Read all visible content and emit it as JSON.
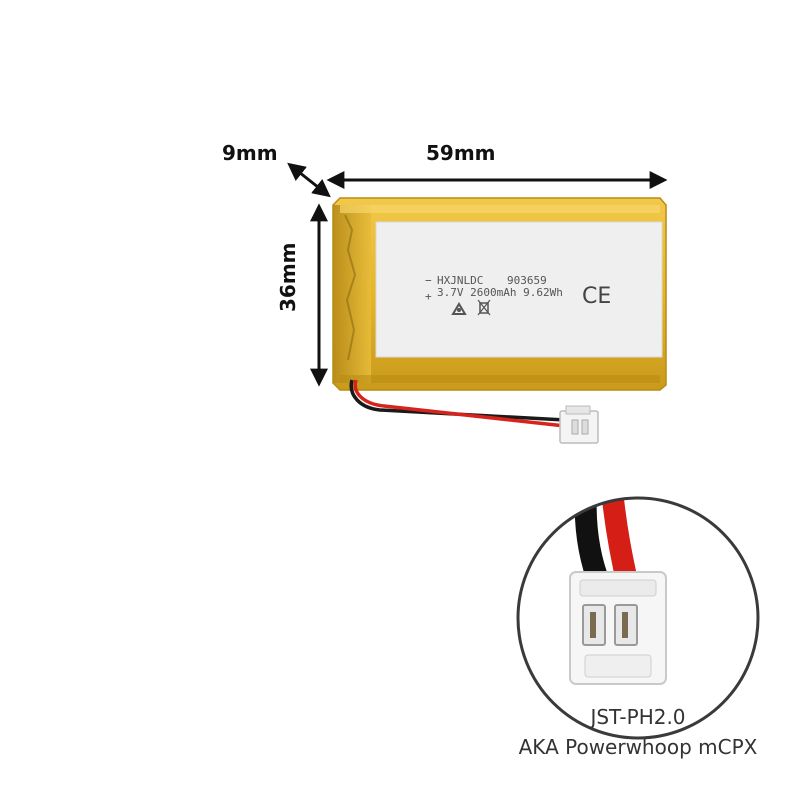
{
  "dimensions": {
    "thickness": "9mm",
    "length": "59mm",
    "height": "36mm"
  },
  "battery_label": {
    "brand": "HXJNLDC",
    "model": "903659",
    "specs": "3.7V 2600mAh 9.62Wh",
    "ce_mark": "CE",
    "minus_sign": "−",
    "plus_sign": "+"
  },
  "connector_caption": {
    "line1": "JST-PH2.0",
    "line2": "AKA Powerwhoop mCPX"
  },
  "colors": {
    "battery_body": "#e6b52a",
    "label_background": "#f0f0f0",
    "wire_red": "#d8231c",
    "wire_black": "#1a1a1a",
    "connector": "#f2f2f2"
  }
}
